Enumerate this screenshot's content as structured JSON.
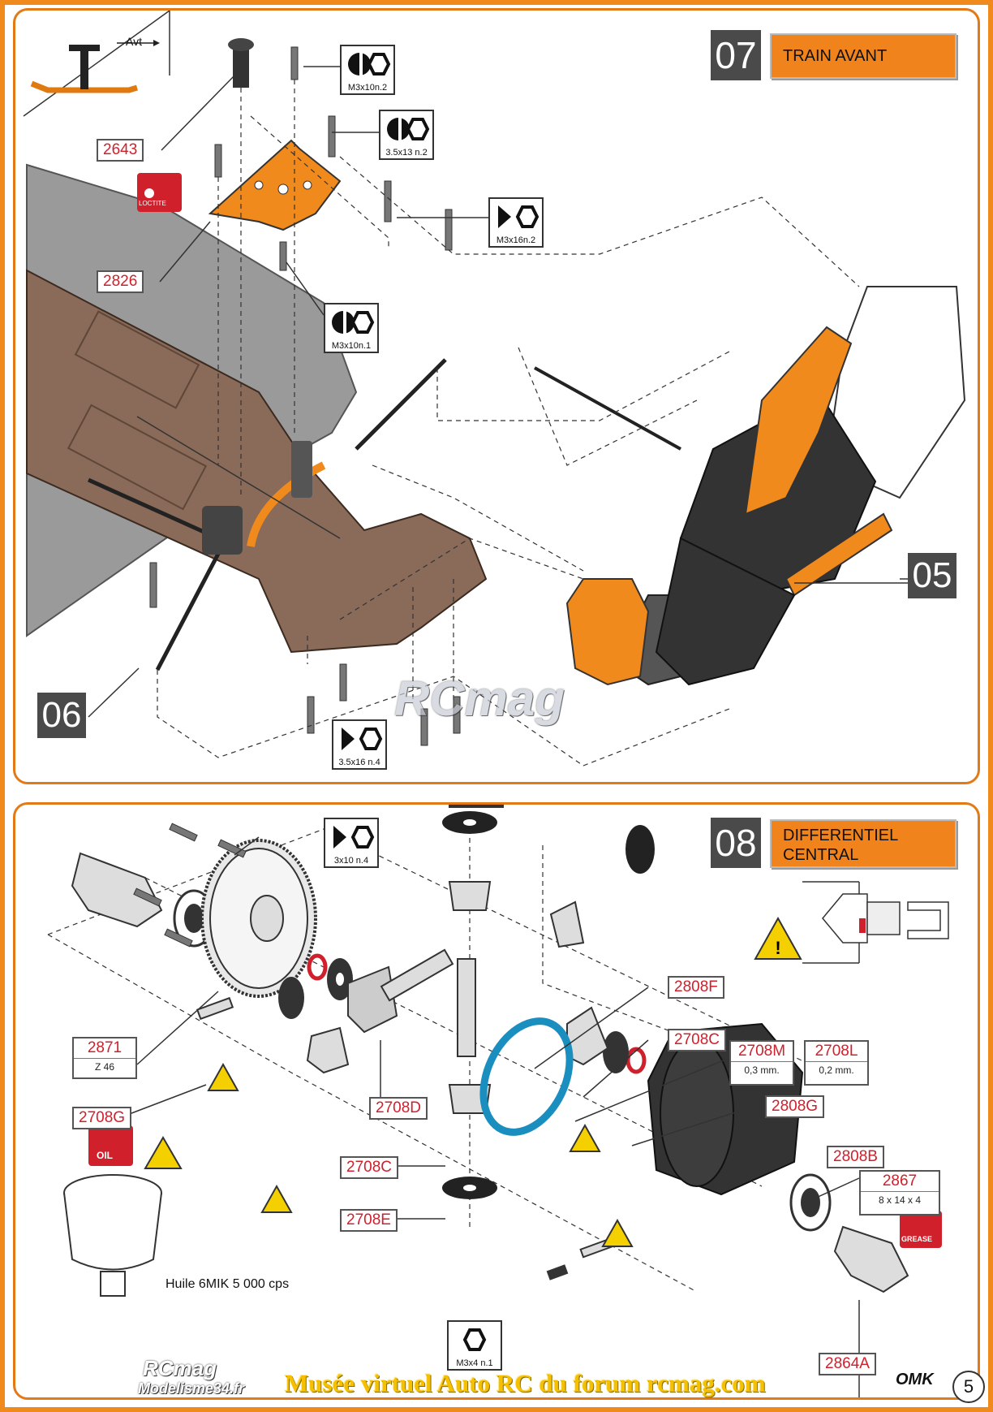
{
  "step07": {
    "number": "07",
    "title": "TRAIN AVANT",
    "direction_label": "Avt",
    "parts": {
      "p2643": "2643",
      "p2826": "2826"
    },
    "screws": [
      {
        "spec": "M3x10n.2",
        "icon": "button-head-hex-icon"
      },
      {
        "spec": "3.5x13 n.2",
        "icon": "button-head-hex-icon"
      },
      {
        "spec": "M3x16n.2",
        "icon": "countersunk-hex-icon"
      },
      {
        "spec": "M3x10n.1",
        "icon": "button-head-hex-icon"
      },
      {
        "spec": "3.5x16 n.4",
        "icon": "countersunk-hex-icon"
      }
    ],
    "loctite_label": "LOCTITE",
    "ref_left": "06",
    "ref_right": "05"
  },
  "step08": {
    "number": "08",
    "title_line1": "DIFFERENTIEL",
    "title_line2": "CENTRAL",
    "screw_top": {
      "spec": "3x10 n.4"
    },
    "screw_bottom": {
      "spec": "M3x4 n.1"
    },
    "parts": {
      "p2871": "2871",
      "p2871_spec": "Z 46",
      "p2708G": "2708G",
      "p2708D": "2708D",
      "p2708C_a": "2708C",
      "p2708C_b": "2708C",
      "p2708E": "2708E",
      "p2808F": "2808F",
      "p2708M": "2708M",
      "p2708M_spec": "0,3 mm.",
      "p2708L": "2708L",
      "p2708L_spec": "0,2 mm.",
      "p2808G": "2808G",
      "p2808B": "2808B",
      "p2867": "2867",
      "p2867_spec": "8 x 14 x 4",
      "p2864A": "2864A"
    },
    "oil_label": "OIL",
    "grease_label": "GREASE",
    "oil_note": "Huile 6MIK 5 000 cps"
  },
  "footer": {
    "watermark": "Musée virtuel Auto RC du forum rcmag.com",
    "logo_line1": "RCmag",
    "logo_line2": "Modelisme34.fr",
    "center_logo": "RCmag",
    "brand": "OMK",
    "page_number": "5"
  },
  "colors": {
    "accent": "#f0831c",
    "part_code": "#d0202c",
    "step_box": "#4a4a4a",
    "orange_part": "#f08a1c",
    "chassis": "#8a6a58"
  }
}
